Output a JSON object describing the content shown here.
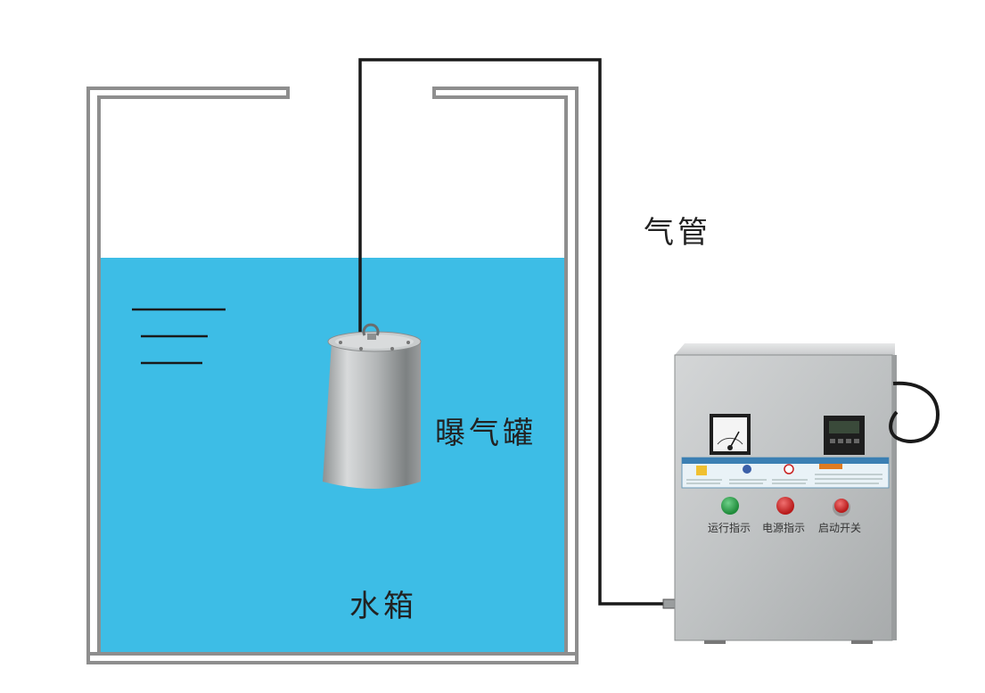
{
  "labels": {
    "air_pipe": "气管",
    "aeration_tank": "曝气罐",
    "water_tank": "水箱"
  },
  "control_box": {
    "run_indicator": "运行指示",
    "power_indicator": "电源指示",
    "start_switch": "启动开关"
  },
  "colors": {
    "water": "#3dbde6",
    "tank_wall": "#8e8e8e",
    "steel": "#b9bcbd",
    "indicator_green": "#1f8b3a",
    "indicator_red": "#c81e1e"
  }
}
